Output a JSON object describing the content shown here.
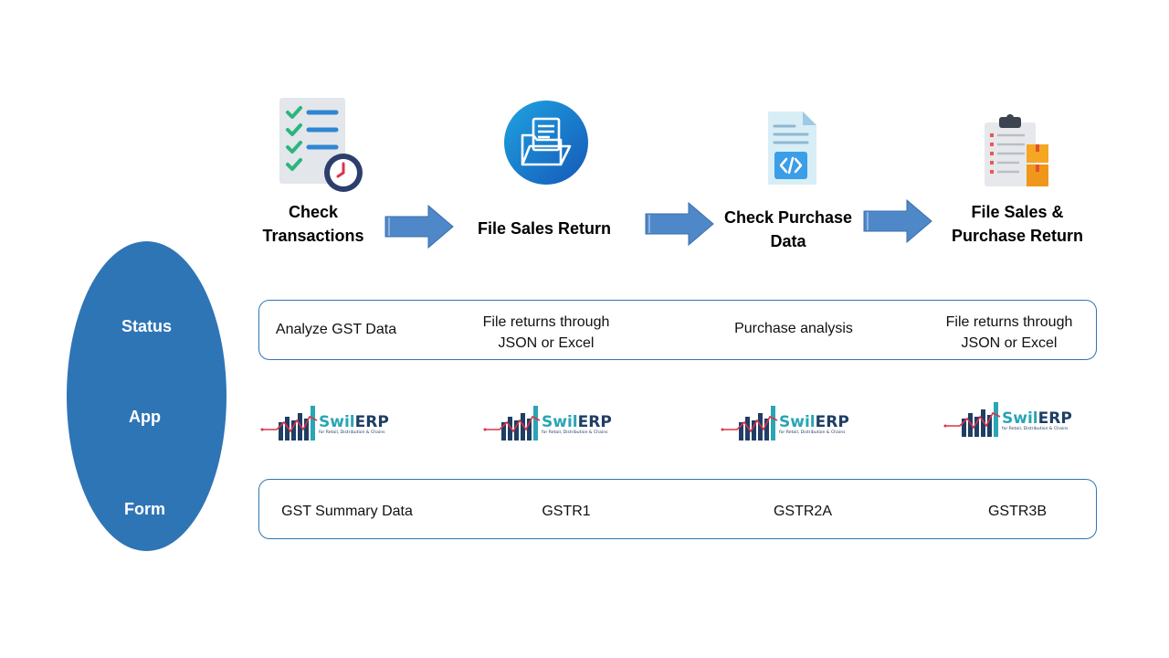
{
  "steps": [
    {
      "title": "Check Transactions",
      "icon": "checklist-clock-icon"
    },
    {
      "title": "File Sales Return",
      "icon": "folder-document-icon"
    },
    {
      "title": "Check Purchase Data",
      "icon": "code-document-icon"
    },
    {
      "title": "File Sales & Purchase Return",
      "icon": "clipboard-boxes-icon"
    }
  ],
  "rows": {
    "status": {
      "label": "Status",
      "cells": [
        "Analyze GST Data",
        "File returns through JSON or Excel",
        "Purchase analysis",
        "File returns through JSON or Excel"
      ]
    },
    "app": {
      "label": "App",
      "logo_name": "Swil",
      "logo_name_accent": "ERP",
      "logo_tagline": "for Retail, Distribution & Chains"
    },
    "form": {
      "label": "Form",
      "cells": [
        "GST Summary Data",
        "GSTR1",
        "GSTR2A",
        "GSTR3B"
      ]
    }
  },
  "colors": {
    "accent": "#2e75b6",
    "arrow": "#4f88c8",
    "logo_teal": "#2aa5b5",
    "logo_navy": "#1f3e64"
  }
}
